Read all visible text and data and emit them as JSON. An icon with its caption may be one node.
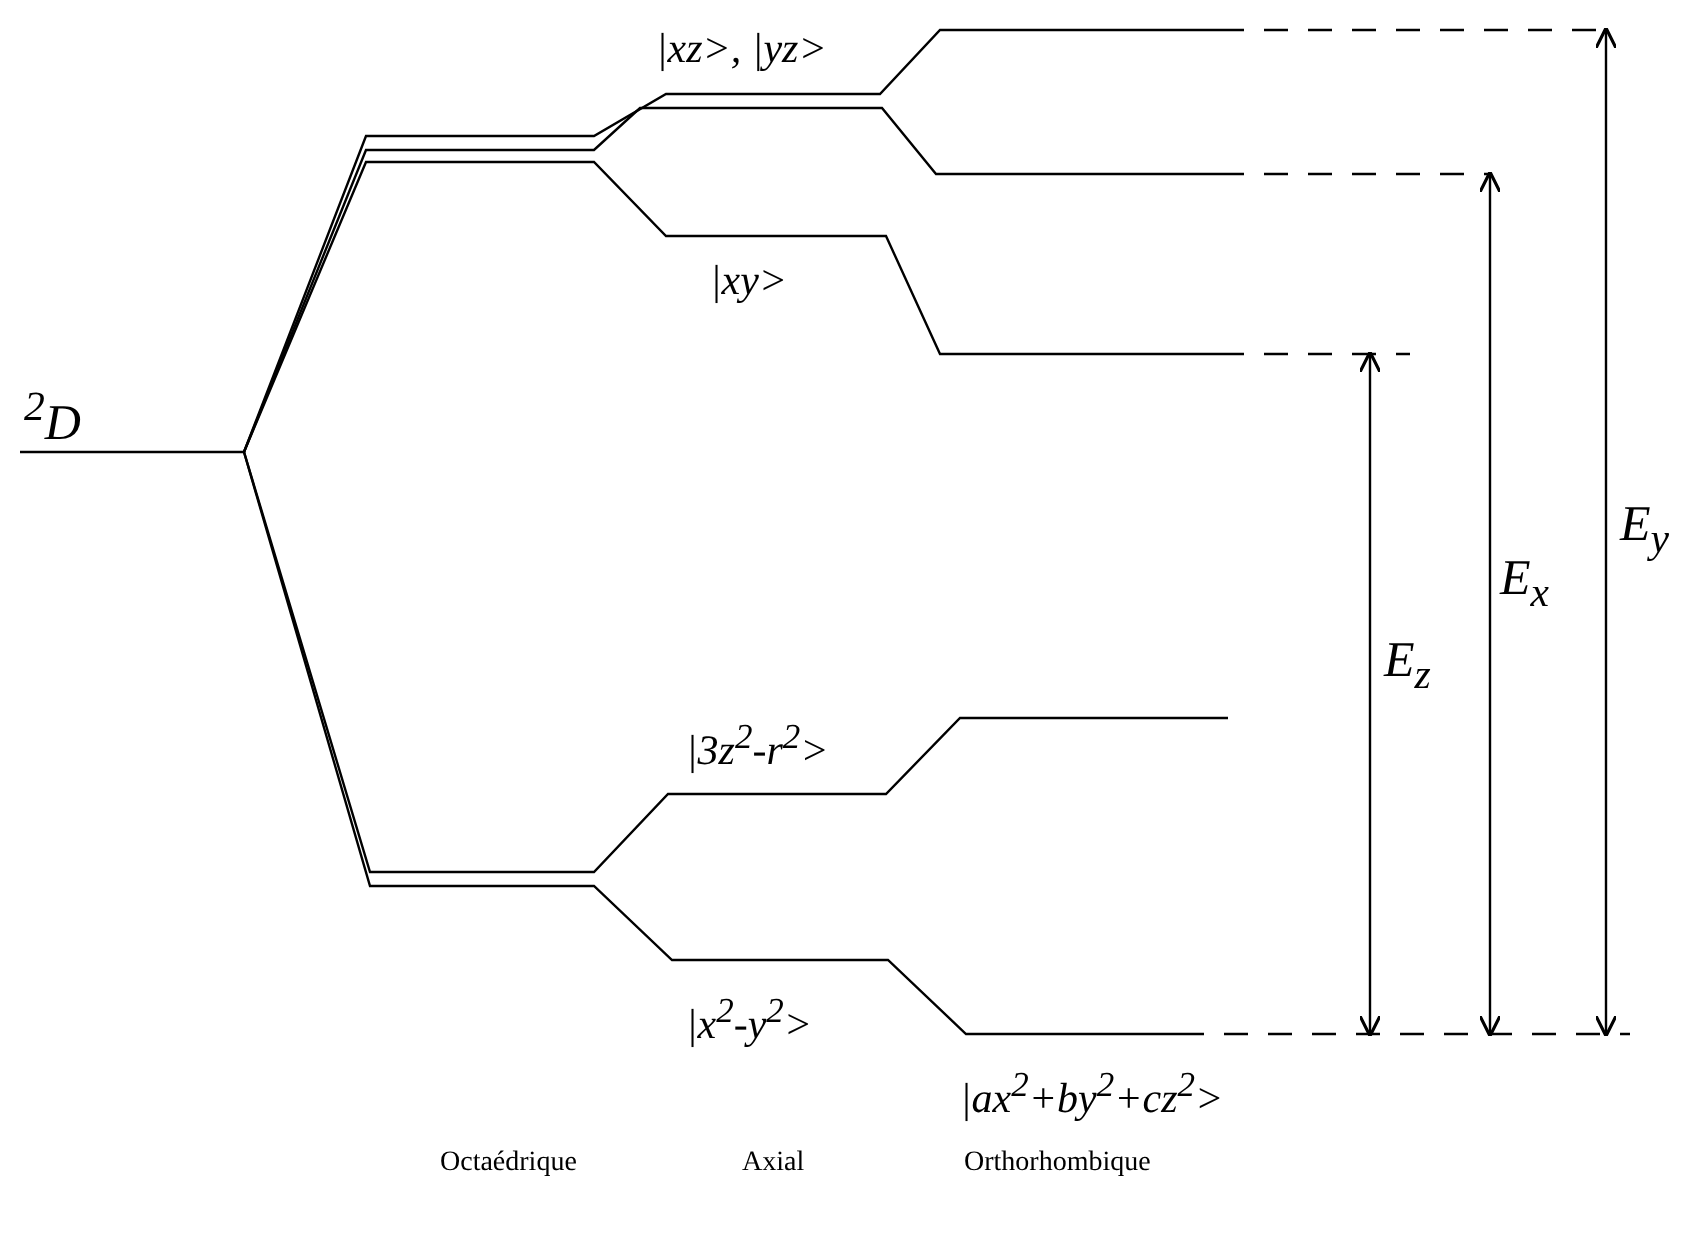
{
  "diagram": {
    "labels": [
      "|xz>, |yz>",
      "|xy>",
      "$^{2}$D",
      "E$_{y}$",
      "E$_{x}$",
      "E$_{z}$",
      "|3z$^{2}$-r$^{2}$>",
      "|x$^{2}$-y$^{2}$>",
      "|ax$^{2}$+by$^{2}$+cz$^{2}$>",
      "Octaédrique",
      "Axial",
      "Orthorhombique"
    ]
  }
}
